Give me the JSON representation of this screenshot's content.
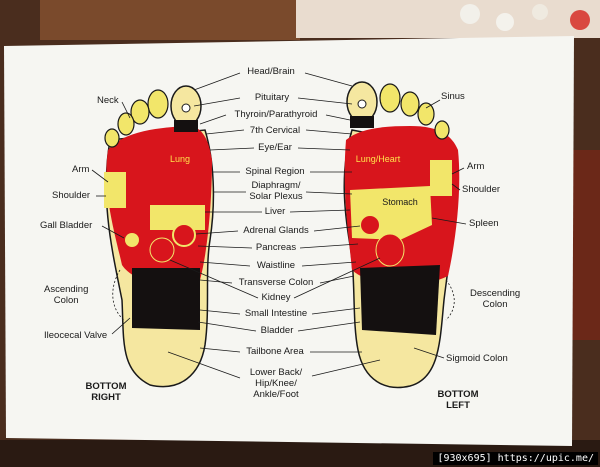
{
  "colors": {
    "board": "#f6f6f2",
    "zone_red": "#d8151c",
    "zone_yellow": "#f2e66a",
    "zone_black": "#141010",
    "zone_cream": "#f5e7a0",
    "wall": "#4a2d1e"
  },
  "labels": {
    "head_brain": "Head/Brain",
    "pituitary": "Pituitary",
    "thyroid": "Thyroin/Parathyroid",
    "cervical": "7th Cervical",
    "eye_ear": "Eye/Ear",
    "spinal": "Spinal Region",
    "diaphragm": "Diaphragm/\nSolar Plexus",
    "liver": "Liver",
    "adrenal": "Adrenal Glands",
    "pancreas": "Pancreas",
    "waistline": "Waistline",
    "transverse": "Transverse Colon",
    "kidney": "Kidney",
    "small_intestine": "Small Intestine",
    "bladder": "Bladder",
    "tailbone": "Tailbone Area",
    "lower_back": "Lower Back/\nHip/Knee/\nAnkle/Foot",
    "neck": "Neck",
    "arm_left": "Arm",
    "shoulder_left": "Shoulder",
    "gall_bladder": "Gall Bladder",
    "ascending_colon": "Ascending\nColon",
    "ileocecal": "Ileocecal Valve",
    "sinus": "Sinus",
    "arm_right": "Arm",
    "shoulder_right": "Shoulder",
    "spleen": "Spleen",
    "descending_colon": "Descending\nColon",
    "sigmoid": "Sigmoid Colon",
    "bottom_right": "BOTTOM\nRIGHT",
    "bottom_left": "BOTTOM\nLEFT",
    "lung": "Lung",
    "lung_heart": "Lung/Heart",
    "stomach": "Stomach"
  },
  "watermark": "[930x695] https://upic.me/"
}
